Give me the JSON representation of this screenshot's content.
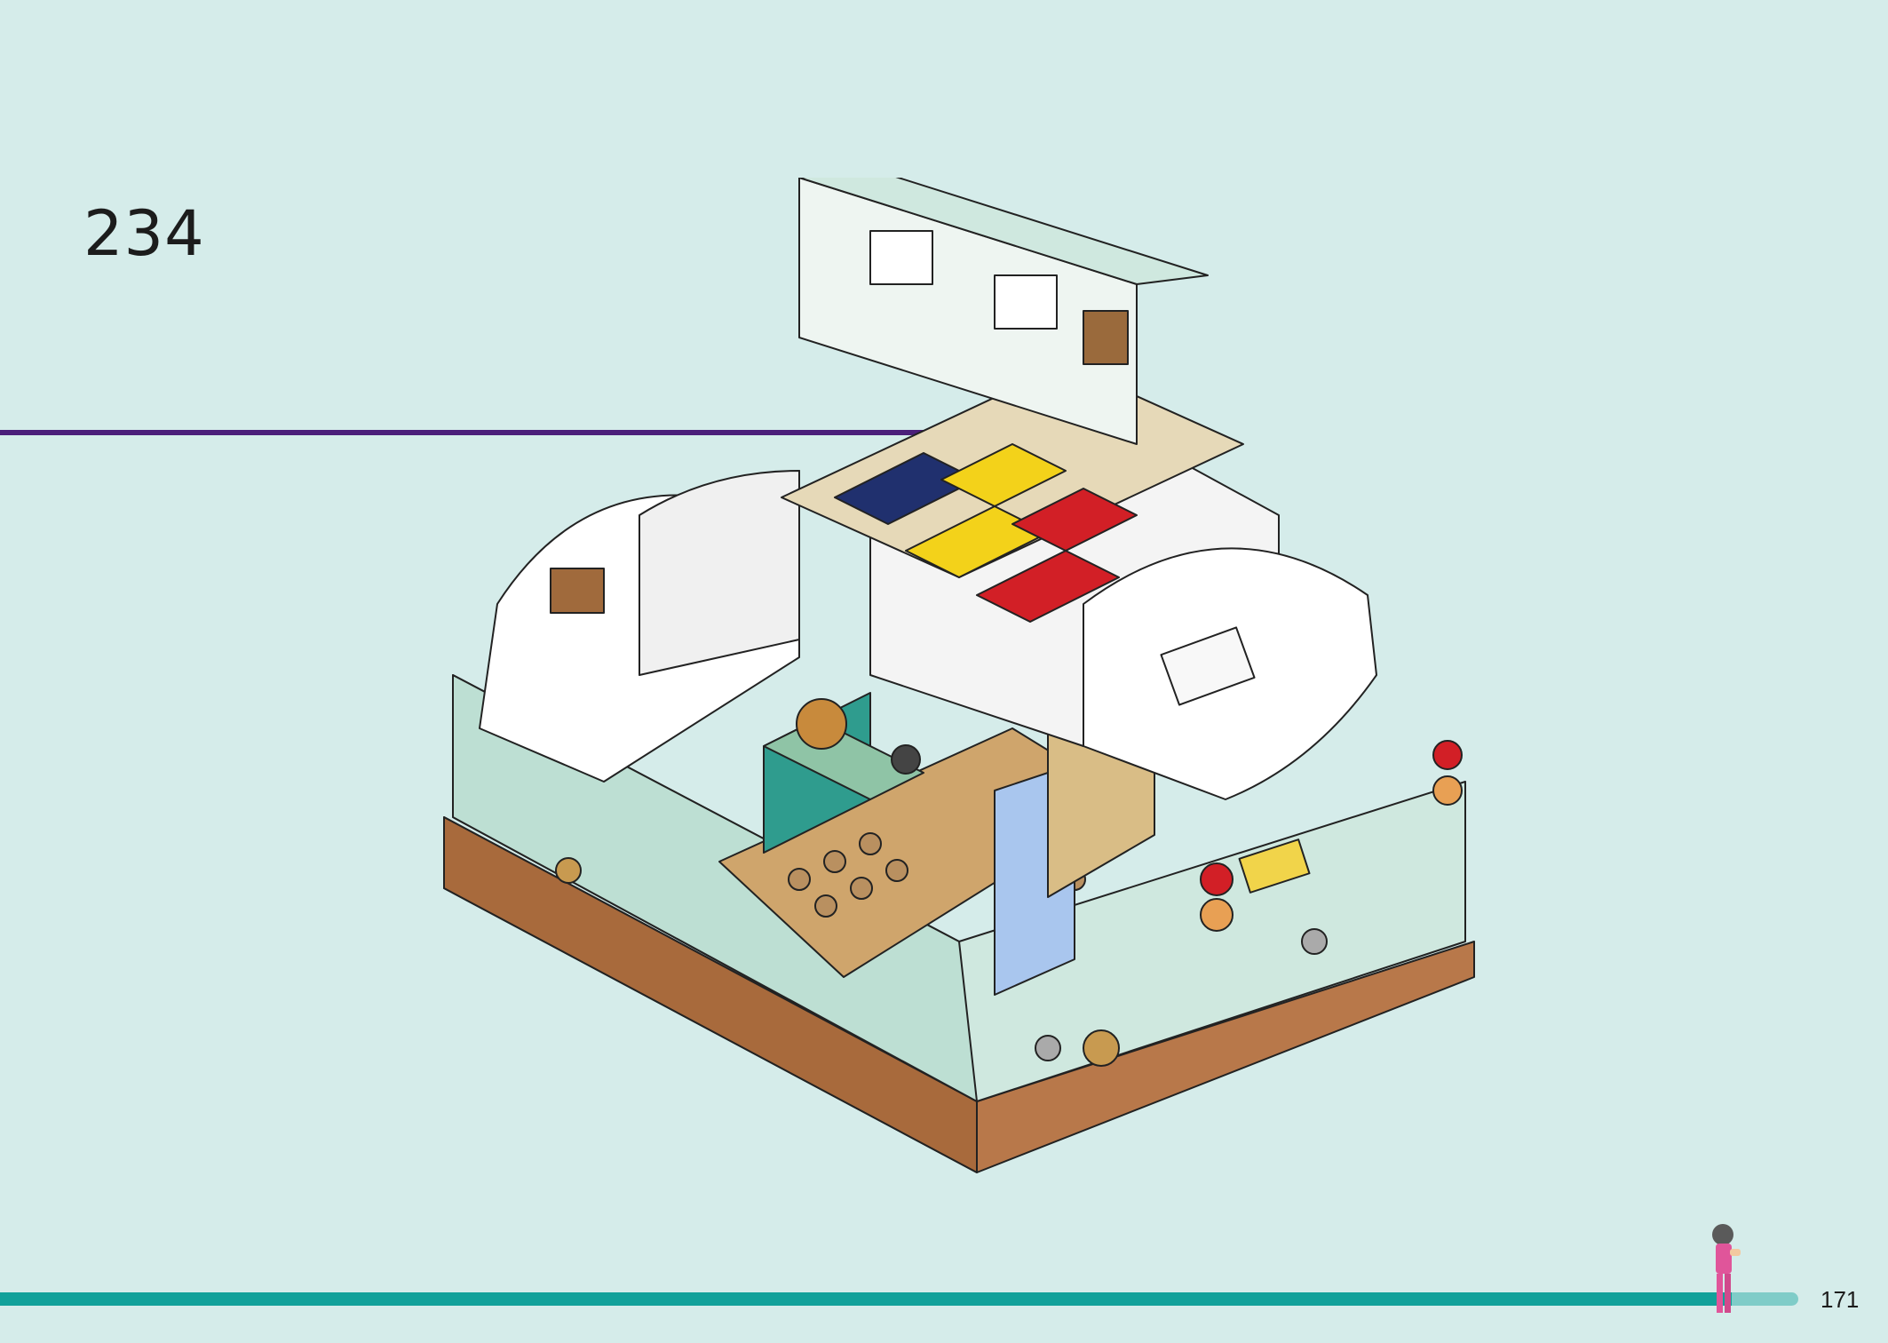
{
  "step": {
    "number": "234"
  },
  "page": {
    "number": "171"
  },
  "progress": {
    "fraction": 0.963
  },
  "colors": {
    "background": "#d5ecea",
    "arrow": "#4b1f7a",
    "progress_fill": "#11a19a",
    "progress_track": "#7fccc8"
  },
  "illustration": {
    "subject": "camper-van-build-model"
  }
}
